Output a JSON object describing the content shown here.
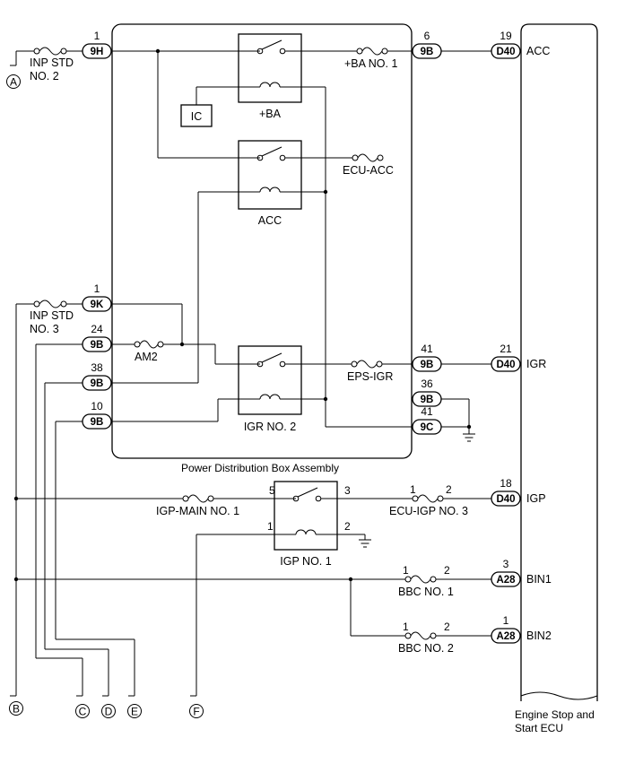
{
  "pdb_title": "Power Distribution Box Assembly",
  "ecu_title_line1": "Engine Stop and",
  "ecu_title_line2": "Start ECU",
  "relays": {
    "ba": "+BA",
    "acc": "ACC",
    "igr2": "IGR NO. 2",
    "igp": "IGP NO. 1"
  },
  "ic_label": "IC",
  "fuses": {
    "inp_std2_l1": "INP STD",
    "inp_std2_l2": "NO. 2",
    "inp_std3_l1": "INP STD",
    "inp_std3_l2": "NO. 3",
    "ba1": "+BA NO. 1",
    "ecu_acc": "ECU-ACC",
    "am2": "AM2",
    "eps_igr": "EPS-IGR",
    "igp_main": "IGP-MAIN NO. 1",
    "ecu_igp": "ECU-IGP NO. 3",
    "bbc1": "BBC NO. 1",
    "bbc2": "BBC NO. 2"
  },
  "connectors": {
    "c9h": "9H",
    "c9k": "9K",
    "c9b_l24": "9B",
    "c9b_l38": "9B",
    "c9b_l10": "9B",
    "c9b_r6": "9B",
    "c9b_r41": "9B",
    "c9b_r36": "9B",
    "c9c_r41": "9C",
    "d40_acc": "D40",
    "d40_igr": "D40",
    "d40_igp": "D40",
    "a28_bin1": "A28",
    "a28_bin2": "A28"
  },
  "pins": {
    "p9h": "1",
    "p9k": "1",
    "p24": "24",
    "p38": "38",
    "p10": "10",
    "p6": "6",
    "p41a": "41",
    "p36": "36",
    "p41b": "41",
    "p19": "19",
    "p21": "21",
    "p18": "18",
    "p3a": "3",
    "p1a": "1",
    "igp_in": "5",
    "igp_out": "3",
    "igp_c1": "1",
    "igp_c2": "2",
    "ecuigp_1": "1",
    "ecuigp_2": "2",
    "bbc1_1": "1",
    "bbc1_2": "2",
    "bbc2_1": "1",
    "bbc2_2": "2"
  },
  "signals": {
    "acc": "ACC",
    "igr": "IGR",
    "igp": "IGP",
    "bin1": "BIN1",
    "bin2": "BIN2"
  },
  "refs": {
    "a": "A",
    "b": "B",
    "c": "C",
    "d": "D",
    "e": "E",
    "f": "F"
  }
}
